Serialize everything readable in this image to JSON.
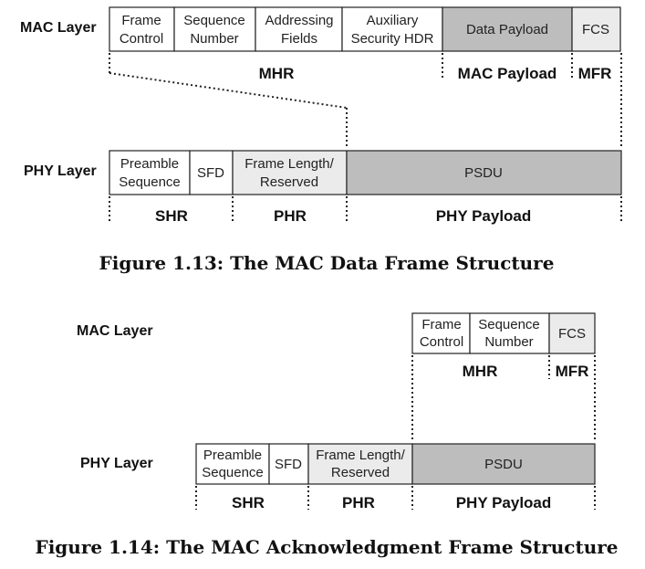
{
  "figure1": {
    "mac_label": "MAC Layer",
    "phy_label": "PHY Layer",
    "mac_fields": {
      "frame_control": [
        "Frame",
        "Control"
      ],
      "sequence_number": [
        "Sequence",
        "Number"
      ],
      "addressing_fields": [
        "Addressing",
        "Fields"
      ],
      "aux_security": [
        "Auxiliary",
        "Security HDR"
      ],
      "data_payload": "Data Payload",
      "fcs": "FCS"
    },
    "mac_sections": {
      "mhr": "MHR",
      "payload": "MAC Payload",
      "mfr": "MFR"
    },
    "phy_fields": {
      "preamble": [
        "Preamble",
        "Sequence"
      ],
      "sfd": "SFD",
      "frame_length": [
        "Frame Length/",
        "Reserved"
      ],
      "psdu": "PSDU"
    },
    "phy_sections": {
      "shr": "SHR",
      "phr": "PHR",
      "payload": "PHY Payload"
    },
    "caption": "Figure 1.13:  The MAC Data Frame Structure"
  },
  "figure2": {
    "mac_label": "MAC Layer",
    "phy_label": "PHY Layer",
    "mac_fields": {
      "frame_control": [
        "Frame",
        "Control"
      ],
      "sequence_number": [
        "Sequence",
        "Number"
      ],
      "fcs": "FCS"
    },
    "mac_sections": {
      "mhr": "MHR",
      "mfr": "MFR"
    },
    "phy_fields": {
      "preamble": [
        "Preamble",
        "Sequence"
      ],
      "sfd": "SFD",
      "frame_length": [
        "Frame Length/",
        "Reserved"
      ],
      "psdu": "PSDU"
    },
    "phy_sections": {
      "shr": "SHR",
      "phr": "PHR",
      "payload": "PHY Payload"
    },
    "caption": "Figure 1.14:  The MAC Acknowledgment Frame Structure"
  }
}
